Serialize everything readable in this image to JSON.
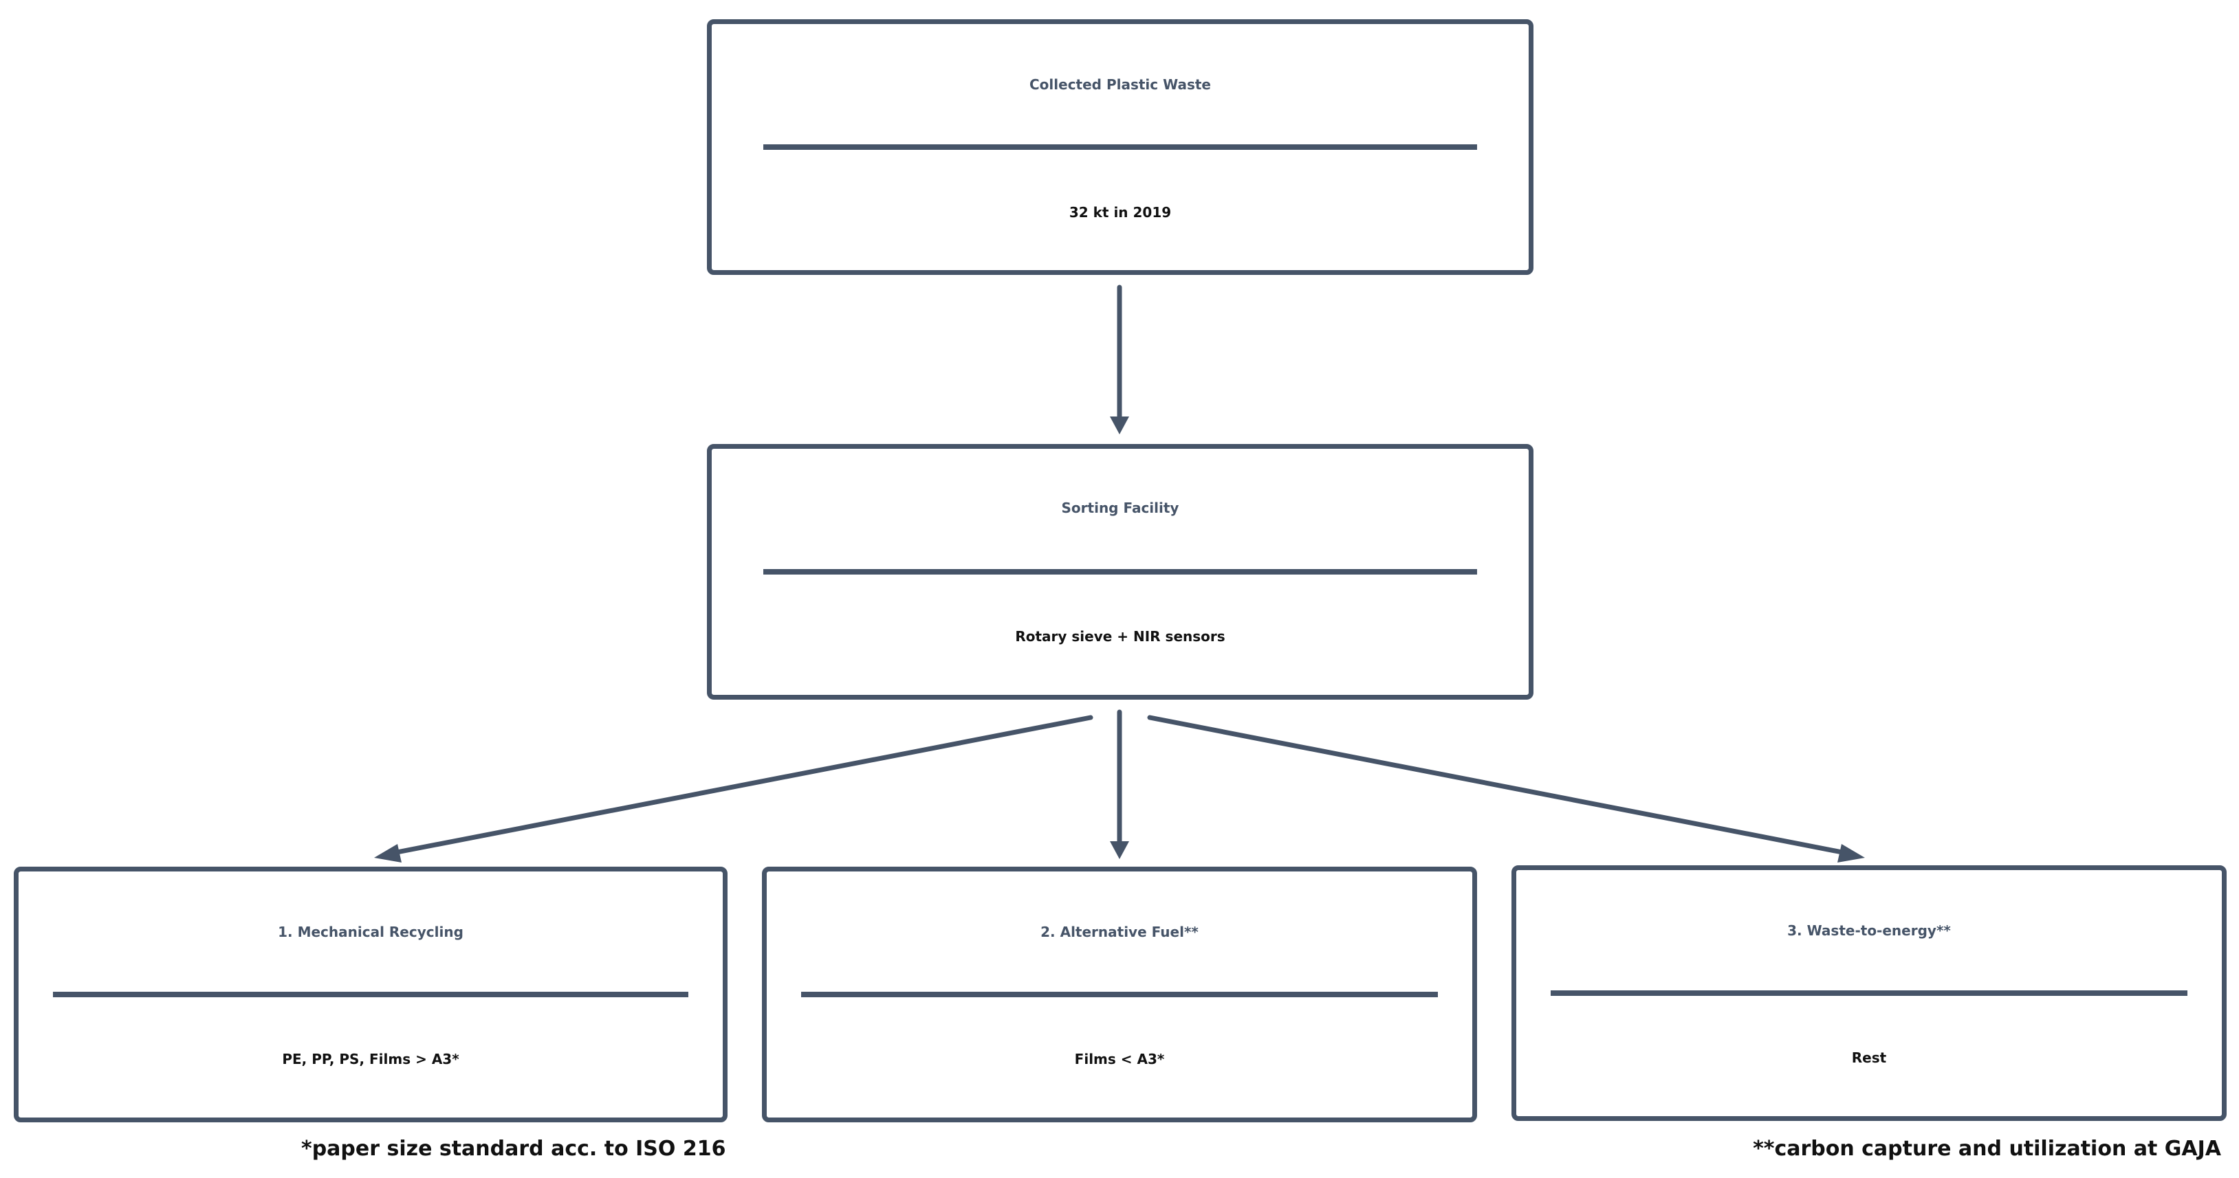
{
  "nodes": {
    "collected": {
      "title": "Collected Plastic Waste",
      "subtitle": "32 kt in 2019"
    },
    "sorting": {
      "title": "Sorting Facility",
      "subtitle": "Rotary sieve + NIR sensors"
    },
    "mechanical": {
      "title": "1. Mechanical Recycling",
      "subtitle": "PE, PP, PS, Films > A3*"
    },
    "fuel": {
      "title": "2. Alternative Fuel**",
      "subtitle": "Films < A3*"
    },
    "energy": {
      "title": "3. Waste-to-energy**",
      "subtitle": "Rest"
    }
  },
  "edges": [
    {
      "from": "collected",
      "to": "sorting"
    },
    {
      "from": "sorting",
      "to": "mechanical"
    },
    {
      "from": "sorting",
      "to": "fuel"
    },
    {
      "from": "sorting",
      "to": "energy"
    }
  ],
  "footnotes": {
    "paper_size": "*paper size standard acc. to ISO 216",
    "ccu": "**carbon capture and utilization at GAJA"
  },
  "colors": {
    "stroke": "#465468",
    "title": "#465468",
    "subtitle": "#111111"
  }
}
